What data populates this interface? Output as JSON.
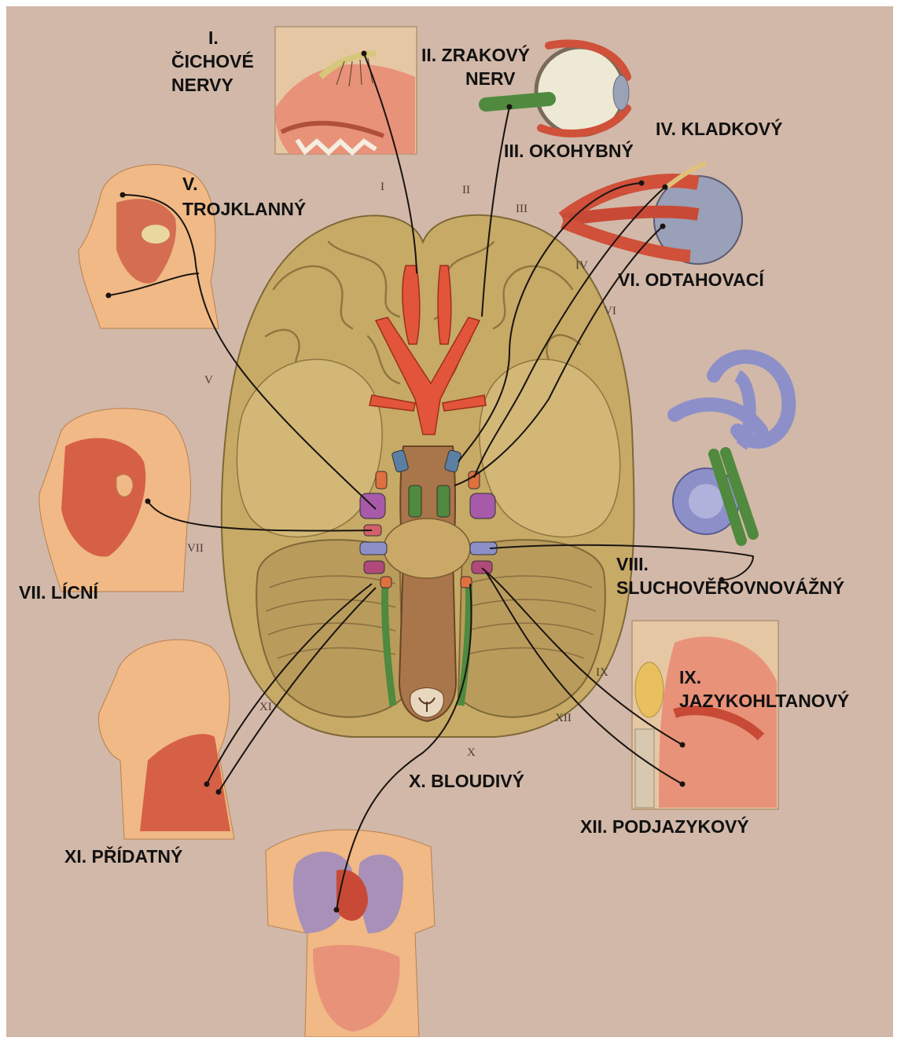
{
  "labels": {
    "olfactory": {
      "line1": "I.",
      "line2": "ČICHOVÉ",
      "line3": "NERVY"
    },
    "optic": {
      "line1": "II. ZRAKOVÝ",
      "line2": "NERV"
    },
    "oculomotor": "III. OKOHYBNÝ",
    "trochlear": "IV. KLADKOVÝ",
    "trigeminal": {
      "line1": "V.",
      "line2": "TROJKLANNÝ"
    },
    "abducens": "VI. ODTAHOVACÍ",
    "facial": "VII. LÍCNÍ",
    "vestibulocochlear": {
      "line1": "VIII.",
      "line2": "SLUCHOVĚROVNOVÁŽNÝ"
    },
    "glossopharyngeal": {
      "line1": "IX.",
      "line2": "JAZYKOHLTANOVÝ"
    },
    "vagus": "X. BLOUDIVÝ",
    "accessory": "XI. PŘÍDATNÝ",
    "hypoglossal": "XII. PODJAZYKOVÝ"
  },
  "numerals": {
    "i": "I",
    "ii": "II",
    "iii": "III",
    "iv": "IV",
    "v": "V",
    "vi": "VI",
    "vii": "VII",
    "ix": "IX",
    "x": "X",
    "xi": "XI",
    "xii": "XII"
  },
  "colors": {
    "background": "#d2b8a8",
    "brain": "#c9ae6a",
    "cerebellum": "#b99c5c",
    "artery": "#e2553a",
    "nerve_line": "#1a1410",
    "muscle": "#d0503a",
    "skin": "#f0b985",
    "ear": "#8d90c8",
    "nerve_green": "#4f8a3e"
  }
}
